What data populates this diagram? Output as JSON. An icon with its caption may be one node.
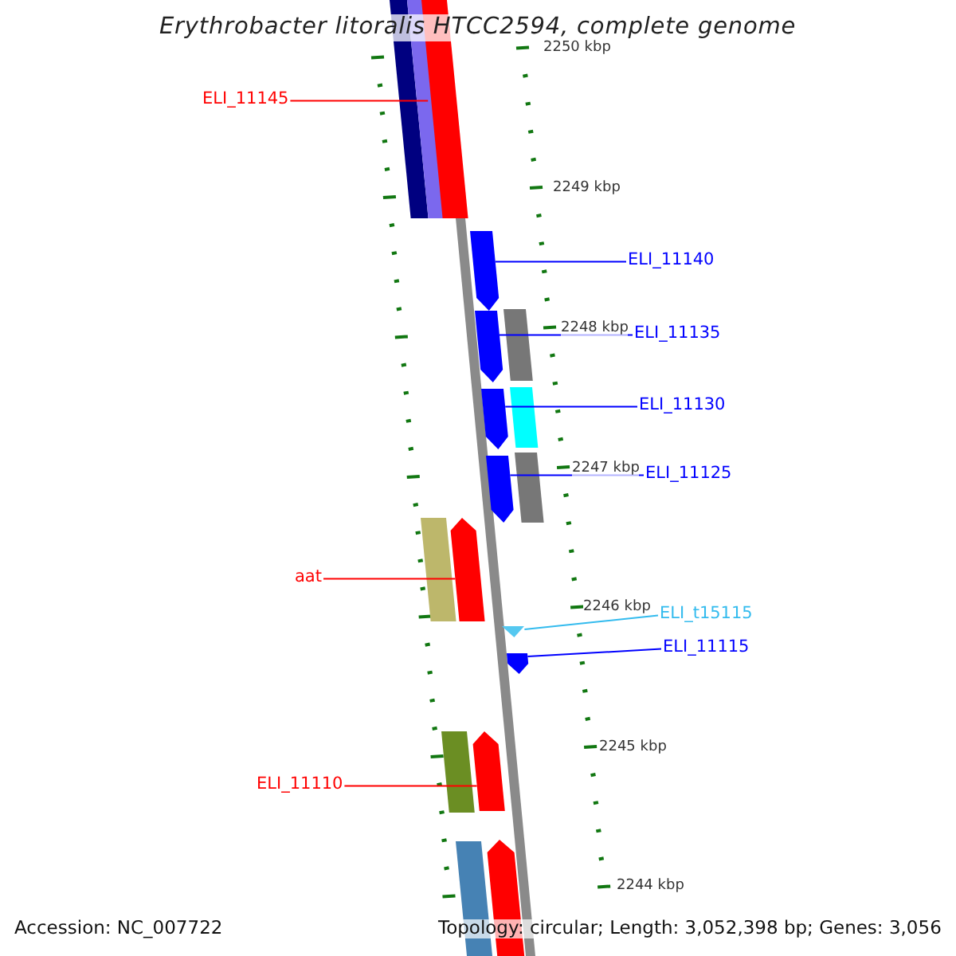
{
  "diagram": {
    "title": "Erythrobacter litoralis HTCC2594, complete genome",
    "nodes": [
      {
        "text": [
          "ELI_11145"
        ]
      },
      {
        "text": [
          "ELI_11140"
        ]
      },
      {
        "text": [
          "ELI_11135"
        ]
      },
      {
        "text": [
          "ELI_11130"
        ]
      },
      {
        "text": [
          "ELI_11125"
        ]
      },
      {
        "text": [
          "aat"
        ]
      },
      {
        "text": [
          "ELI_t15115"
        ]
      },
      {
        "text": [
          "ELI_11115"
        ]
      },
      {
        "text": [
          "ELI_11110"
        ]
      },
      {
        "text": [],
        "shape": "bar"
      },
      {
        "text": [],
        "shape": "arrow"
      },
      {
        "text": [],
        "shape": "arrow"
      },
      {
        "text": [],
        "shape": "arrow"
      },
      {
        "text": [],
        "shape": "arrow"
      },
      {
        "text": [],
        "shape": "arrow"
      },
      {
        "text": [],
        "shape": "arrow"
      },
      {
        "text": [],
        "shape": "arrow"
      },
      {
        "text": [],
        "shape": "arrow"
      },
      {
        "text": [],
        "shape": "bar"
      },
      {
        "text": [],
        "shape": "bar"
      },
      {
        "text": [],
        "shape": "bar"
      },
      {
        "text": [],
        "shape": "bar"
      },
      {
        "text": [],
        "shape": "bar"
      },
      {
        "text": [],
        "shape": "bar"
      },
      {
        "text": [],
        "shape": "bar"
      },
      {
        "text": [],
        "shape": "bar"
      },
      {
        "text": [],
        "shape": "arrow"
      }
    ],
    "edges": [
      {
        "from": 0,
        "to": 9,
        "arrow": "none",
        "color": "#ff0000"
      },
      {
        "from": 1,
        "to": 10,
        "arrow": "none"
      },
      {
        "from": 2,
        "to": 11,
        "arrow": "none"
      },
      {
        "from": 3,
        "to": 12,
        "arrow": "none"
      },
      {
        "from": 4,
        "to": 13,
        "arrow": "none"
      },
      {
        "from": 5,
        "to": 14,
        "arrow": "none",
        "color": "#ff0000"
      },
      {
        "from": 6,
        "to": 15,
        "arrow": "none",
        "color": "#33bbee"
      },
      {
        "from": 7,
        "to": 16,
        "arrow": "none"
      },
      {
        "from": 8,
        "to": 17,
        "arrow": "none",
        "color": "#ff0000"
      }
    ],
    "labels": [
      "2250 kbp",
      "2249 kbp",
      "2248 kbp",
      "2247 kbp",
      "2246 kbp",
      "2245 kbp",
      "2244 kbp",
      "Accession: NC_007722",
      "Topology: circular; Length: 3,052,398 bp; Genes: 3,056"
    ]
  }
}
